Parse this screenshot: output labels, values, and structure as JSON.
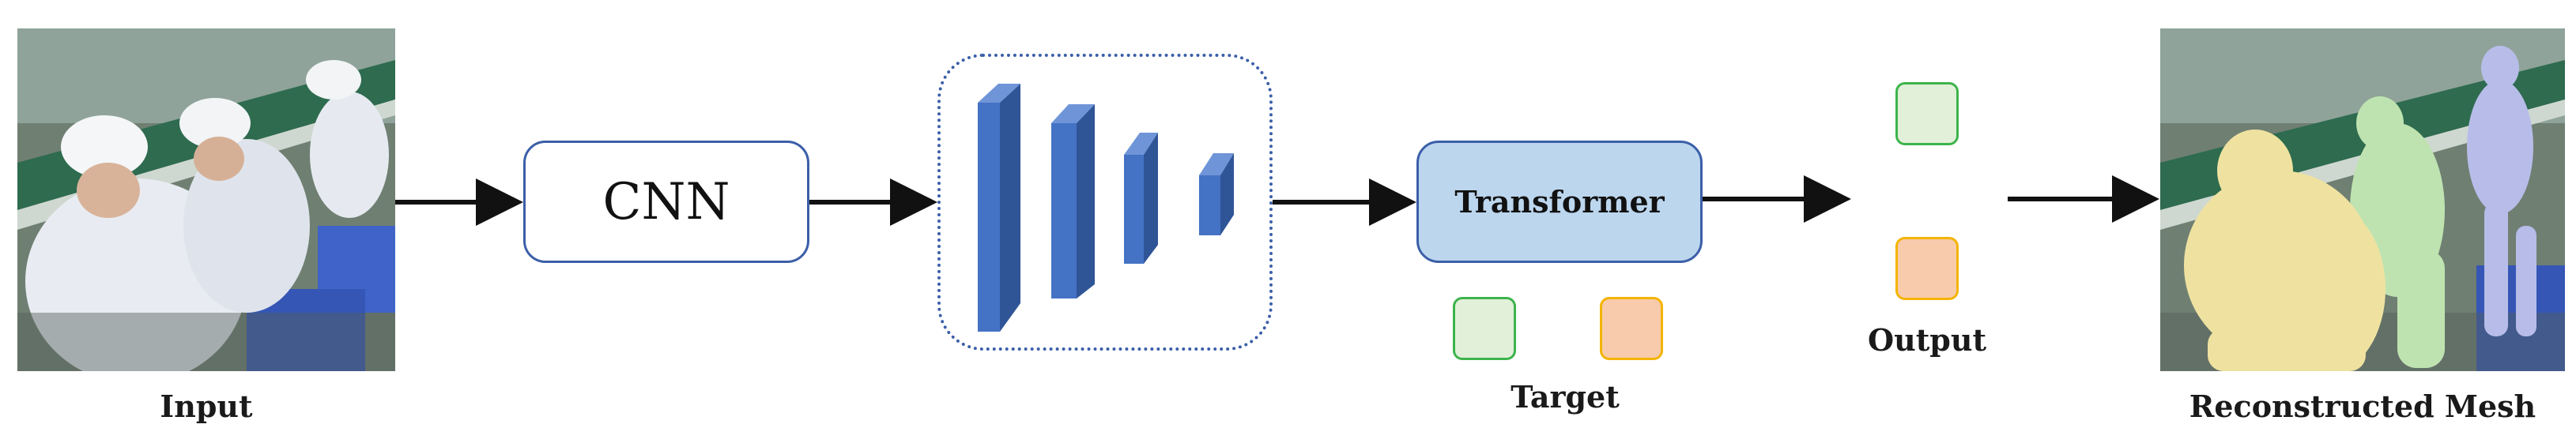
{
  "input": {
    "label": "Input"
  },
  "cnn": {
    "label": "CNN"
  },
  "transformer": {
    "label": "Transformer"
  },
  "target": {
    "label": "Target"
  },
  "output": {
    "label": "Output"
  },
  "reconstructed": {
    "label": "Reconstructed Mesh"
  },
  "colors": {
    "box_border": "#3b5fa8",
    "transformer_fill": "#bcd6ee",
    "feature_front": "#4472c4",
    "feature_side": "#2f5597",
    "feature_top": "#6f95d8",
    "token_green_fill": "#e2f0d9",
    "token_green_border": "#3cb44b",
    "token_orange_fill": "#f8cbad",
    "token_orange_border": "#f4b400",
    "mesh_yellow": "#efe2a0",
    "mesh_green": "#bfe3b0",
    "mesh_blue": "#b7bde8"
  }
}
